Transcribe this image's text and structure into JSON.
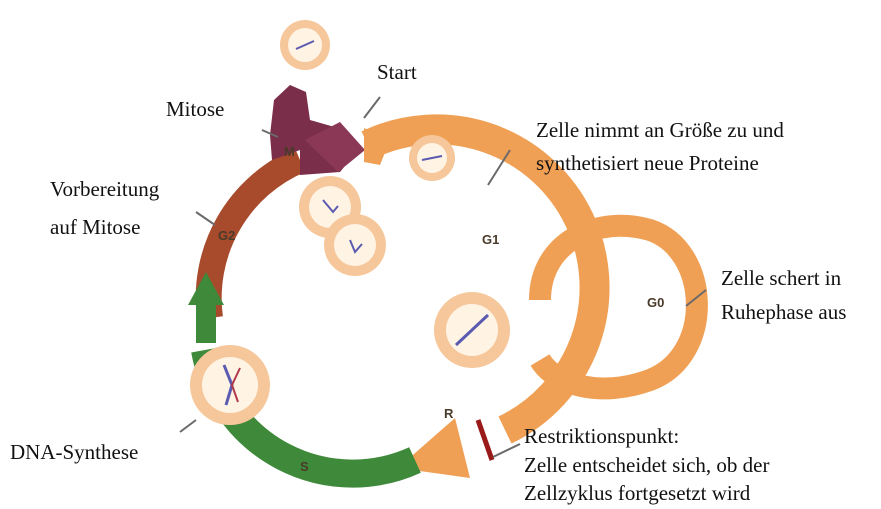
{
  "labels": {
    "start": "Start",
    "mitose": "Mitose",
    "vorbereitung_1": "Vorbereitung",
    "vorbereitung_2": "auf Mitose",
    "g1_desc_1": "Zelle nimmt an Größe zu und",
    "g1_desc_2": "synthetisiert neue Proteine",
    "g0_desc_1": "Zelle schert in",
    "g0_desc_2": "Ruhephase aus",
    "dna": "DNA-Synthese",
    "restr_1": "Restriktionspunkt:",
    "restr_2": "Zelle entscheidet sich, ob der",
    "restr_3": "Zellzyklus fortgesetzt wird"
  },
  "phases": {
    "m": "M",
    "g1": "G1",
    "g2": "G2",
    "s": "S",
    "g0": "G0",
    "r": "R"
  },
  "colors": {
    "m": "#7a2e4a",
    "g1": "#f0a055",
    "g0": "#f0a055",
    "g2": "#a84a2c",
    "s": "#3f8a3a",
    "restriction_mark": "#9a1a1a",
    "cell_ring": "#f6c79a",
    "cell_inner": "#fff3e4",
    "chromosome": "#5a5ab0"
  }
}
